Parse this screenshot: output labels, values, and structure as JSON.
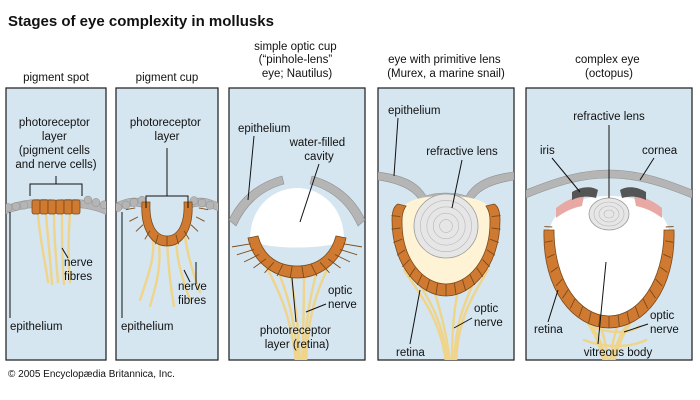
{
  "title": "Stages of eye complexity in mollusks",
  "copyright": "© 2005 Encyclopædia Britannica, Inc.",
  "colors": {
    "panel_bg": "#d5e6f1",
    "panel_border": "#2a2a2a",
    "epithelium": "#b5b5b5",
    "photoreceptor": "#cf7a30",
    "photoreceptor_dark": "#7a4a1c",
    "nerve": "#efd489",
    "lens": "#e6e6e6",
    "cavity": "#ffffff",
    "iris": "#555555",
    "pink": "#e8a9a4"
  },
  "panels": [
    {
      "heading": [
        "pigment spot"
      ],
      "labels": {
        "photoreceptor": [
          "photoreceptor",
          "layer",
          "(pigment cells",
          "and nerve cells)"
        ],
        "nerve": [
          "nerve",
          "fibres"
        ],
        "epithelium": [
          "epithelium"
        ]
      }
    },
    {
      "heading": [
        "pigment cup"
      ],
      "labels": {
        "photoreceptor": [
          "photoreceptor",
          "layer"
        ],
        "nerve": [
          "nerve",
          "fibres"
        ],
        "epithelium": [
          "epithelium"
        ]
      }
    },
    {
      "heading": [
        "simple optic cup",
        "(“pinhole-lens”",
        "eye; Nautilus)"
      ],
      "labels": {
        "epithelium": [
          "epithelium"
        ],
        "cavity": [
          "water-filled",
          "cavity"
        ],
        "optic": [
          "optic",
          "nerve"
        ],
        "retina": [
          "photoreceptor",
          "layer (retina)"
        ]
      }
    },
    {
      "heading": [
        "eye with primitive lens",
        "(Murex, a marine snail)"
      ],
      "labels": {
        "epithelium": [
          "epithelium"
        ],
        "lens": [
          "refractive lens"
        ],
        "retina": [
          "retina"
        ],
        "optic": [
          "optic",
          "nerve"
        ]
      }
    },
    {
      "heading": [
        "complex eye",
        "(octopus)"
      ],
      "labels": {
        "lens": [
          "refractive lens"
        ],
        "iris": [
          "iris"
        ],
        "cornea": [
          "cornea"
        ],
        "retina": [
          "retina"
        ],
        "optic": [
          "optic",
          "nerve"
        ],
        "vitreous": [
          "vitreous body"
        ]
      }
    }
  ]
}
